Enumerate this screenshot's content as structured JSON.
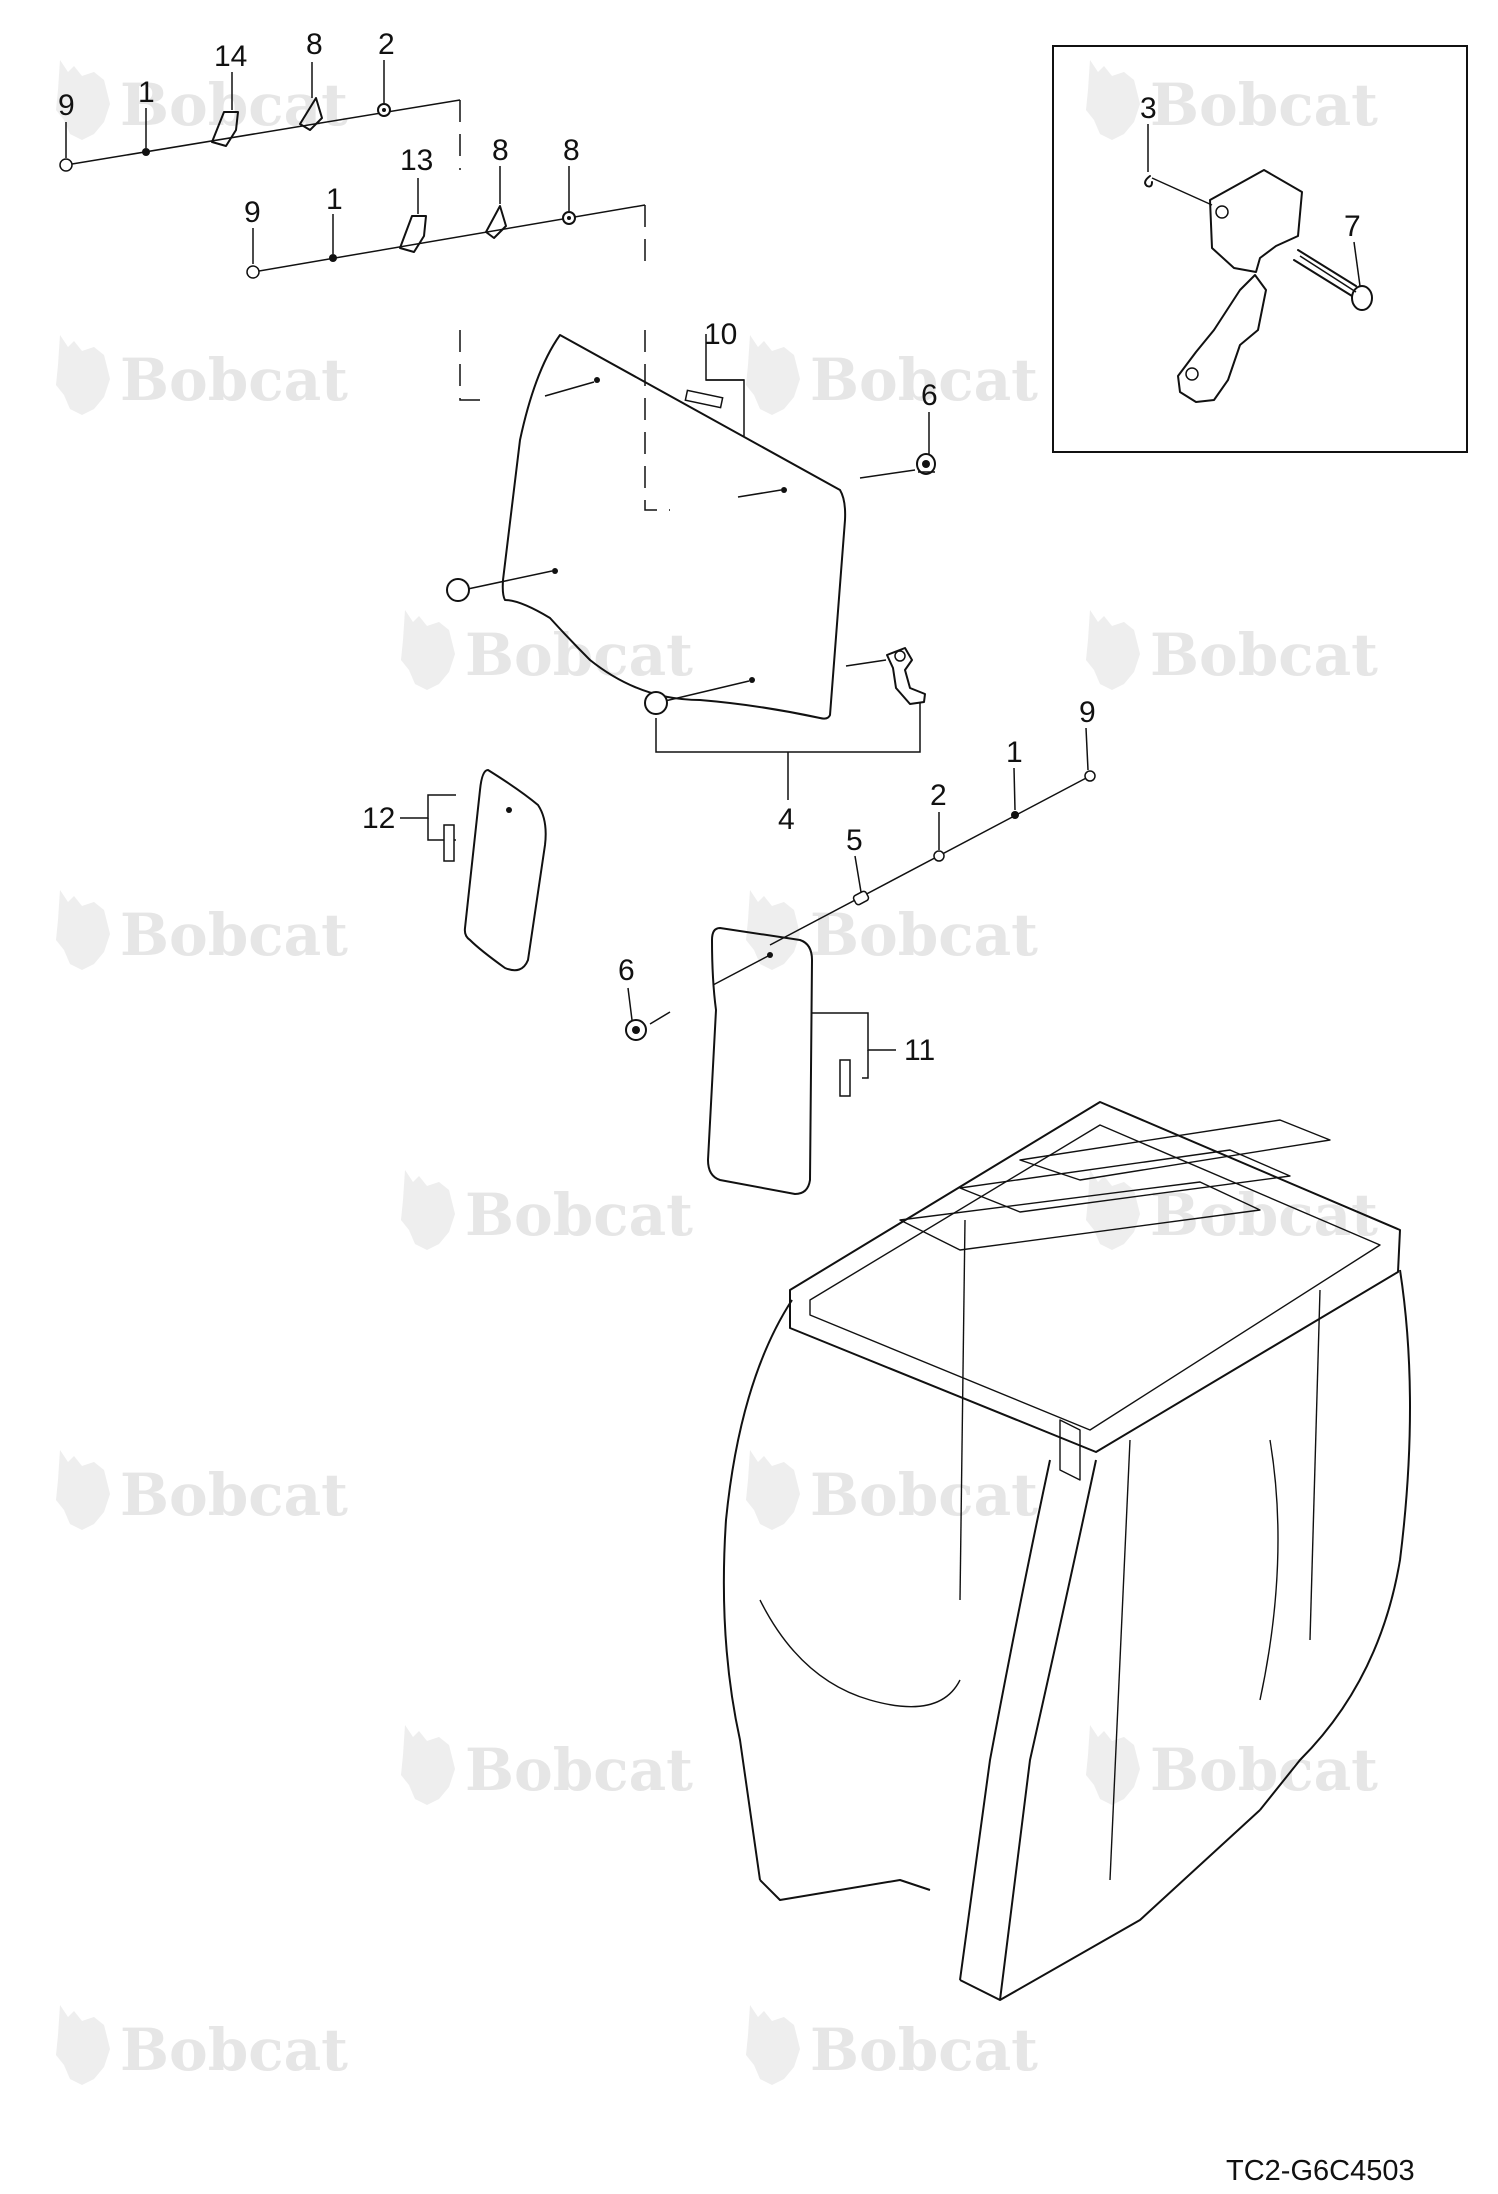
{
  "watermark": {
    "text": "Bobcat",
    "logo_icon": "bobcat-head-logo"
  },
  "callouts": {
    "c9a": "9",
    "c1a": "1",
    "c14": "14",
    "c8a": "8",
    "c2a": "2",
    "c9b": "9",
    "c1b": "1",
    "c13": "13",
    "c8b": "8",
    "c8c": "8",
    "c10": "10",
    "c6a": "6",
    "c4": "4",
    "c12": "12",
    "c9c": "9",
    "c1c": "1",
    "c2b": "2",
    "c5": "5",
    "c6b": "6",
    "c11": "11",
    "c3": "3",
    "c7": "7"
  },
  "reference_code": "TC2-G6C4503"
}
